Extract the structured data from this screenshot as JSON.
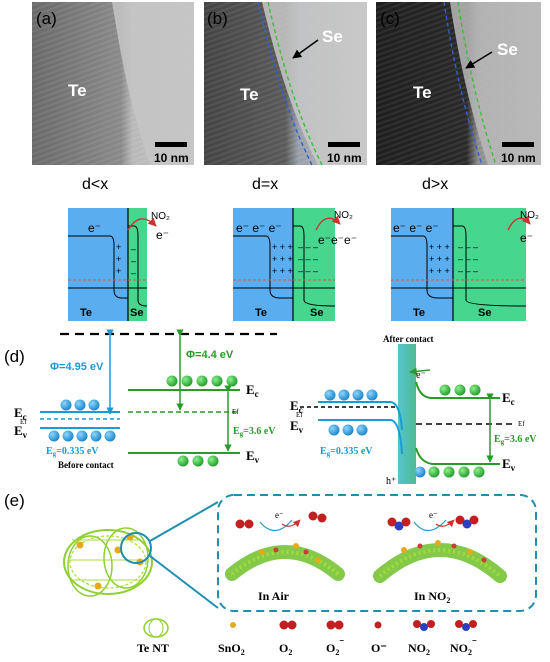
{
  "panel_a": {
    "label": "(a)",
    "material": "Te",
    "scale": "10 nm"
  },
  "panel_b": {
    "label": "(b)",
    "material1": "Te",
    "material2": "Se",
    "scale": "10 nm"
  },
  "panel_c": {
    "label": "(c)",
    "material1": "Te",
    "material2": "Se",
    "scale": "10 nm"
  },
  "bands": {
    "cases": [
      {
        "condition": "d<x",
        "electrons": "e⁻",
        "out_electron": "e⁻",
        "gas": "NO₂",
        "left": "Te",
        "right": "Se"
      },
      {
        "condition": "d=x",
        "electrons": "e⁻ e⁻ e⁻",
        "out_electron": "e⁻e⁻e⁻",
        "gas": "NO₂",
        "left": "Te",
        "right": "Se"
      },
      {
        "condition": "d>x",
        "electrons": "e⁻ e⁻ e⁻",
        "out_electron": "e⁻",
        "gas": "NO₂",
        "left": "Te",
        "right": "Se"
      }
    ]
  },
  "panel_d": {
    "label": "(d)",
    "before": {
      "phi_te": "Φ=4.95 eV",
      "phi_se": "Φ=4.4 eV",
      "ec": "E",
      "ec_sub": "c",
      "ef": "E",
      "ef_sub": "f",
      "ev": "E",
      "ev_sub": "v",
      "eg_te": "E",
      "eg_te_val": "=0.335 eV",
      "eg_se": "E",
      "eg_se_val": "=3.6 eV",
      "eg_sub": "g",
      "caption": "Before contact"
    },
    "after": {
      "caption": "After contact",
      "electron": "e⁻",
      "hole": "h⁺",
      "eg_te_val": "=0.335 eV",
      "eg_se_val": "=3.6 eV"
    }
  },
  "panel_e": {
    "label": "(e)",
    "in_air": "In Air",
    "in_no2": "In NO",
    "in_no2_sub": "2",
    "electron": "e⁻",
    "legend": [
      {
        "name": "Te NT"
      },
      {
        "name": "SnO",
        "sub": "2"
      },
      {
        "name": "O",
        "sub": "2"
      },
      {
        "name": "O",
        "sub": "2",
        "sup": "⁻"
      },
      {
        "name": "O⁻"
      },
      {
        "name": "NO",
        "sub": "2"
      },
      {
        "name": "NO",
        "sub": "2",
        "sup": "⁻"
      }
    ]
  },
  "colors": {
    "te_blue": "#5aaef0",
    "se_green": "#46d68e",
    "cyan_text": "#1a9ad6",
    "green_text": "#2a9a2a",
    "dashed_blue": "#3060d0",
    "dashed_green": "#3bbf3b",
    "red_arrow": "#d03030"
  }
}
